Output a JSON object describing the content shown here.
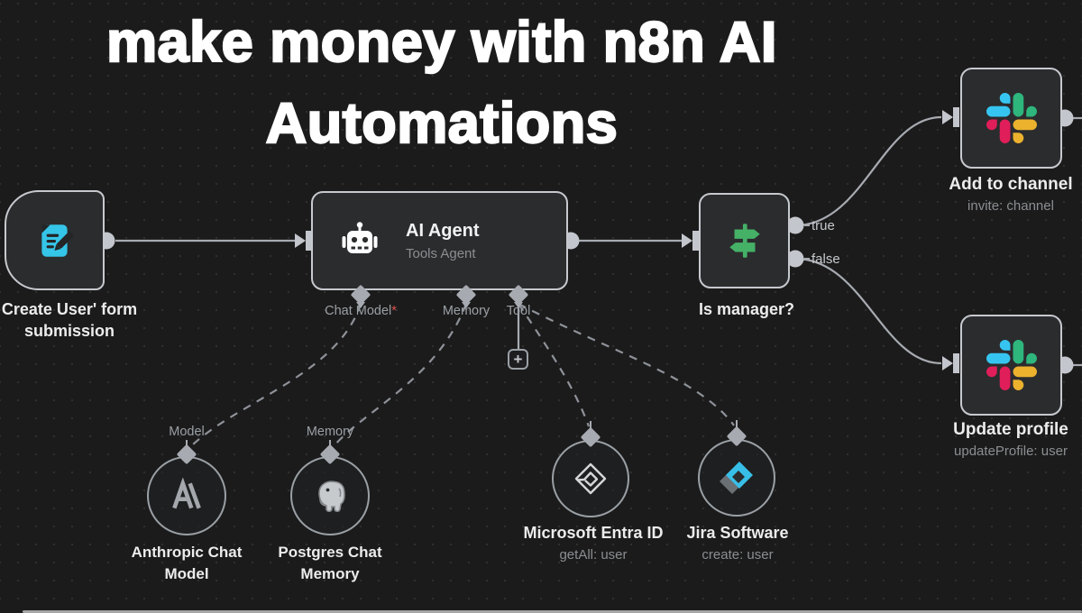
{
  "title": {
    "line1": "make money with n8n AI",
    "line2": "Automations"
  },
  "workflow": {
    "form_trigger": {
      "label_line1": "Create User' form",
      "label_line2": "submission"
    },
    "ai_agent": {
      "title": "AI Agent",
      "subtitle": "Tools Agent",
      "port_chat_model": "Chat Model",
      "port_required_marker": "*",
      "port_memory": "Memory",
      "port_tool": "Tool",
      "add_tool_button": "+"
    },
    "if_node": {
      "label": "Is manager?",
      "output_true": "true",
      "output_false": "false"
    },
    "slack_add_channel": {
      "label": "Add to channel",
      "subtitle": "invite: channel"
    },
    "slack_update_profile": {
      "label": "Update profile",
      "subtitle": "updateProfile: user"
    },
    "anthropic_model": {
      "port_label": "Model",
      "label_line1": "Anthropic Chat",
      "label_line2": "Model"
    },
    "postgres_memory": {
      "port_label": "Memory",
      "label_line1": "Postgres Chat",
      "label_line2": "Memory"
    },
    "entra_tool": {
      "label": "Microsoft Entra ID",
      "subtitle": "getAll: user"
    },
    "jira_tool": {
      "label": "Jira Software",
      "subtitle": "create: user"
    }
  },
  "colors": {
    "background": "#1b1b1b",
    "node_fill": "#2b2c2e",
    "node_border": "#c6c9ce",
    "connector": "#a7abb1",
    "dashed_connector": "#8e9299",
    "form_icon_cyan": "#35c5e8",
    "if_icon_green": "#45b167",
    "required_red": "#e0524f",
    "slack_blue": "#36C5F0",
    "slack_green": "#2EB67D",
    "slack_yellow": "#ECB22E",
    "slack_red": "#E01E5A",
    "jira_blue": "#38bfe8"
  }
}
